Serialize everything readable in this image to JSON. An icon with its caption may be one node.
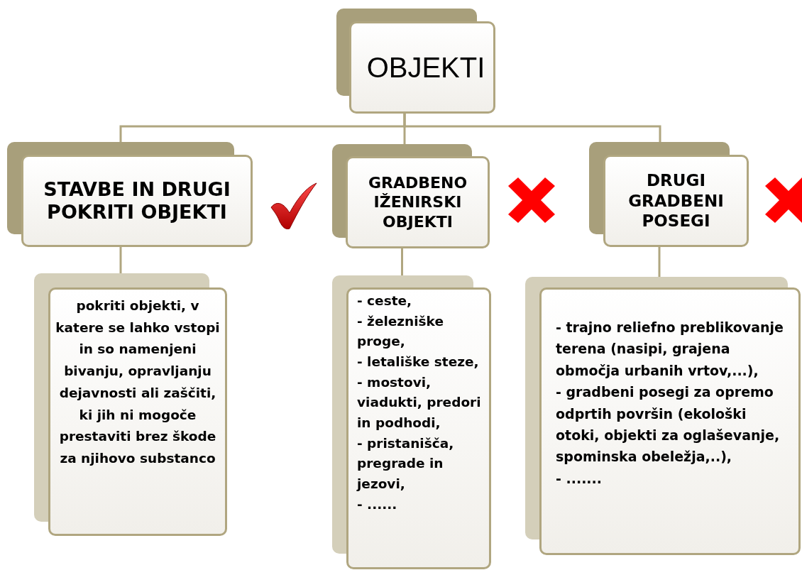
{
  "diagram": {
    "nodes": [
      {
        "text": [
          "OBJEKTI"
        ]
      },
      {
        "text": [
          "STAVBE IN DRUGI POKRITI OBJEKTI"
        ]
      },
      {
        "text": [
          "GRADBENO IŽENIRSKI OBJEKTI"
        ]
      },
      {
        "text": [
          "DRUGI GRADBENI POSEGI"
        ]
      },
      {
        "text": [
          "pokriti objekti, v katere se lahko vstopi in so namenjeni bivanju, opravljanju dejavnosti ali zaščiti, ki jih ni mogoče prestaviti brez škode za njihovo substanco"
        ]
      },
      {
        "text": [
          "- ceste,",
          "- železniške proge,",
          "- letališke steze,",
          "- mostovi, viadukti, predori in podhodi,",
          "- pristanišča, pregrade in jezovi,",
          "- ......"
        ]
      },
      {
        "text": [
          "- trajno reliefno preblikovanje terena (nasipi, grajena območja urbanih vrtov,...),",
          "- gradbeni posegi za opremo odprtih površin (ekološki otoki, objekti za oglaševanje, spominska obeležja,..),",
          "- ......."
        ]
      }
    ],
    "edges": [
      {
        "from": 0,
        "to": 1,
        "arrow": "none"
      },
      {
        "from": 0,
        "to": 2,
        "arrow": "none"
      },
      {
        "from": 0,
        "to": 3,
        "arrow": "none"
      },
      {
        "from": 1,
        "to": 4,
        "arrow": "none"
      },
      {
        "from": 2,
        "to": 5,
        "arrow": "none"
      },
      {
        "from": 3,
        "to": 6,
        "arrow": "none"
      }
    ]
  }
}
